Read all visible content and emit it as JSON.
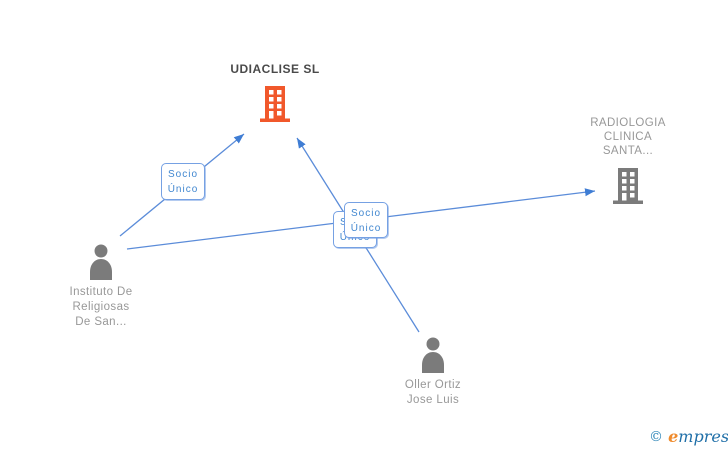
{
  "diagram": {
    "nodes": {
      "udiaclise": {
        "label": "UDIACLISE SL",
        "type": "company",
        "icon": "building-icon"
      },
      "radiologia": {
        "label": "RADIOLOGIA\nCLINICA\nSANTA...",
        "type": "company",
        "icon": "building-icon"
      },
      "instituto": {
        "label": "Instituto De\nReligiosas\nDe San...",
        "type": "person",
        "icon": "person-icon"
      },
      "oller": {
        "label": "Oller Ortiz\nJose Luis",
        "type": "person",
        "icon": "person-icon"
      }
    },
    "edges": [
      {
        "from": "instituto",
        "to": "udiaclise",
        "label": "Socio Único"
      },
      {
        "from": "oller",
        "to": "udiaclise",
        "label": "Socio Único"
      },
      {
        "from": "instituto",
        "to": "radiologia",
        "label": "Socio Único"
      }
    ],
    "colors": {
      "edge_line": "#5B8CD9",
      "arrowhead": "#3F7DD4",
      "label_box_border": "#76A1E3",
      "label_box_text": "#4187D0",
      "node_label_gray": "#989898",
      "focus_company_orange": "#F1582B",
      "icon_gray": "#7B7B7B",
      "focus_title_text": "#4A4A4A"
    }
  },
  "watermark": {
    "copyright_symbol": "©",
    "brand_first_letter": "e",
    "brand_rest": "mpresia"
  }
}
